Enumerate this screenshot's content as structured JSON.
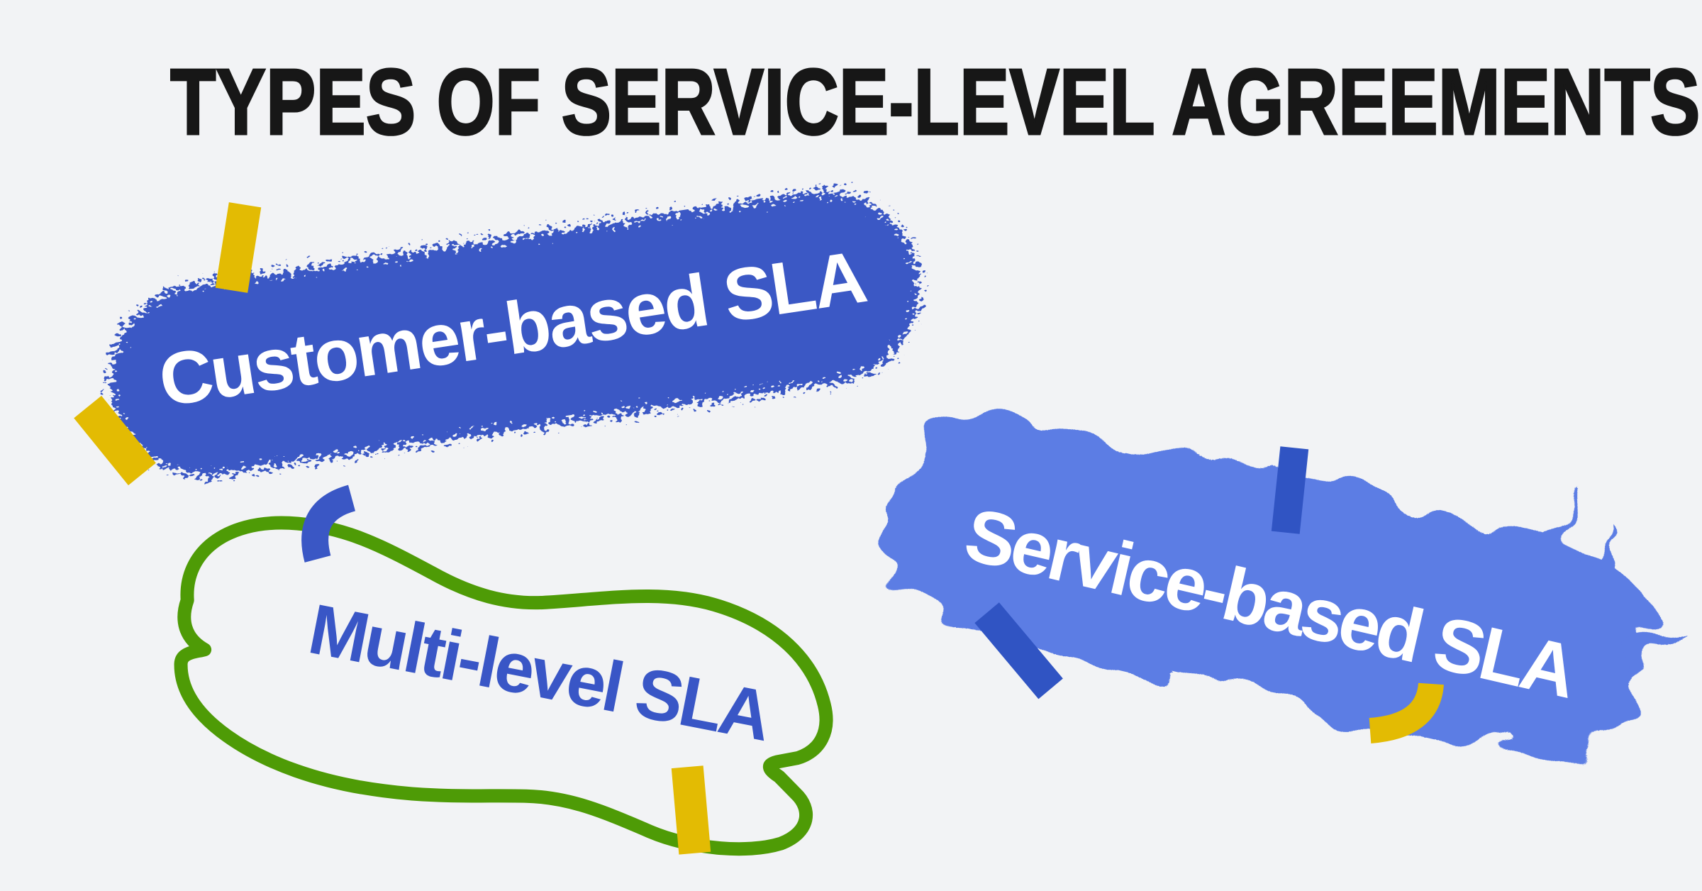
{
  "title": {
    "text": "TYPES OF SERVICE-LEVEL AGREEMENTS"
  },
  "blobs": [
    {
      "id": "customer",
      "label": "Customer-based SLA",
      "shape": "fuzzy-scribble-blob",
      "fill": "#3B58C5",
      "text_color": "#FFFFFF"
    },
    {
      "id": "multi",
      "label": "Multi-level SLA",
      "shape": "cloud-outline-blob",
      "stroke": "#4E9B06",
      "text_color": "#3956C6"
    },
    {
      "id": "service",
      "label": "Service-based SLA",
      "shape": "wavy-blob",
      "fill": "#5C7DE4",
      "text_color": "#FFFFFF"
    }
  ],
  "colors": {
    "background": "#F2F3F5",
    "title_text": "#171717",
    "yellow_tape": "#E3BB03",
    "blue_tape": "#3054C3",
    "blue_arc": "#3A57C5",
    "yellow_arc": "#E3BB03",
    "green_outline": "#4E9B06"
  }
}
